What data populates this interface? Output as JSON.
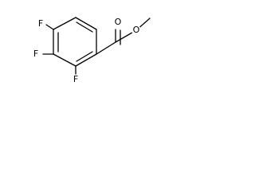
{
  "molecule": {
    "atoms": {
      "f_top": "F",
      "f_middle": "F",
      "f_bottom": "F",
      "o_carbonyl": "O",
      "o_ester": "O"
    },
    "colors": {
      "bond": "#000000",
      "label": "#000000",
      "background": "#ffffff"
    }
  }
}
